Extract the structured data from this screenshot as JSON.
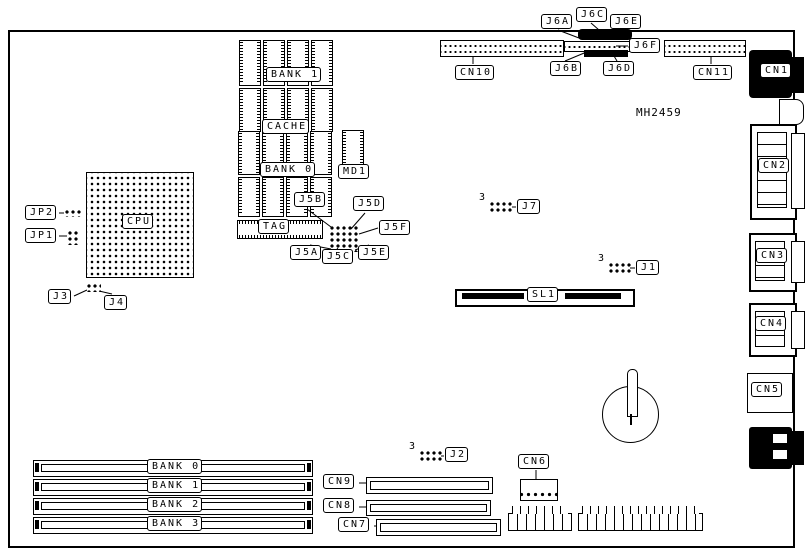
{
  "board": {
    "part_number": "MH2459",
    "cpu": {
      "label": "CPU"
    },
    "cache": {
      "bank1": "BANK 1",
      "title": "CACHE",
      "bank0": "BANK 0",
      "tag": "TAG",
      "md1": "MD1"
    },
    "jumpers": {
      "jp1": "JP1",
      "jp2": "JP2",
      "j1": "J1",
      "j2": "J2",
      "j3": "J3",
      "j4": "J4",
      "j5a": "J5A",
      "j5b": "J5B",
      "j5c": "J5C",
      "j5d": "J5D",
      "j5e": "J5E",
      "j5f": "J5F",
      "j7": "J7",
      "j1_pin": "3",
      "j2_pin": "3",
      "j7_pin": "3"
    },
    "top_connectors": {
      "j6a": "J6A",
      "j6b": "J6B",
      "j6c": "J6C",
      "j6d": "J6D",
      "j6e": "J6E",
      "j6f": "J6F",
      "cn10": "CN10",
      "cn11": "CN11"
    },
    "rear_connectors": {
      "cn1": "CN1",
      "cn2": "CN2",
      "cn3": "CN3",
      "cn4": "CN4",
      "cn5": "CN5"
    },
    "slots": {
      "sl1": "SL1",
      "cn6": "CN6",
      "cn7": "CN7",
      "cn8": "CN8",
      "cn9": "CN9"
    },
    "memory": {
      "banks": [
        "BANK 0",
        "BANK 1",
        "BANK 2",
        "BANK 3"
      ]
    }
  }
}
